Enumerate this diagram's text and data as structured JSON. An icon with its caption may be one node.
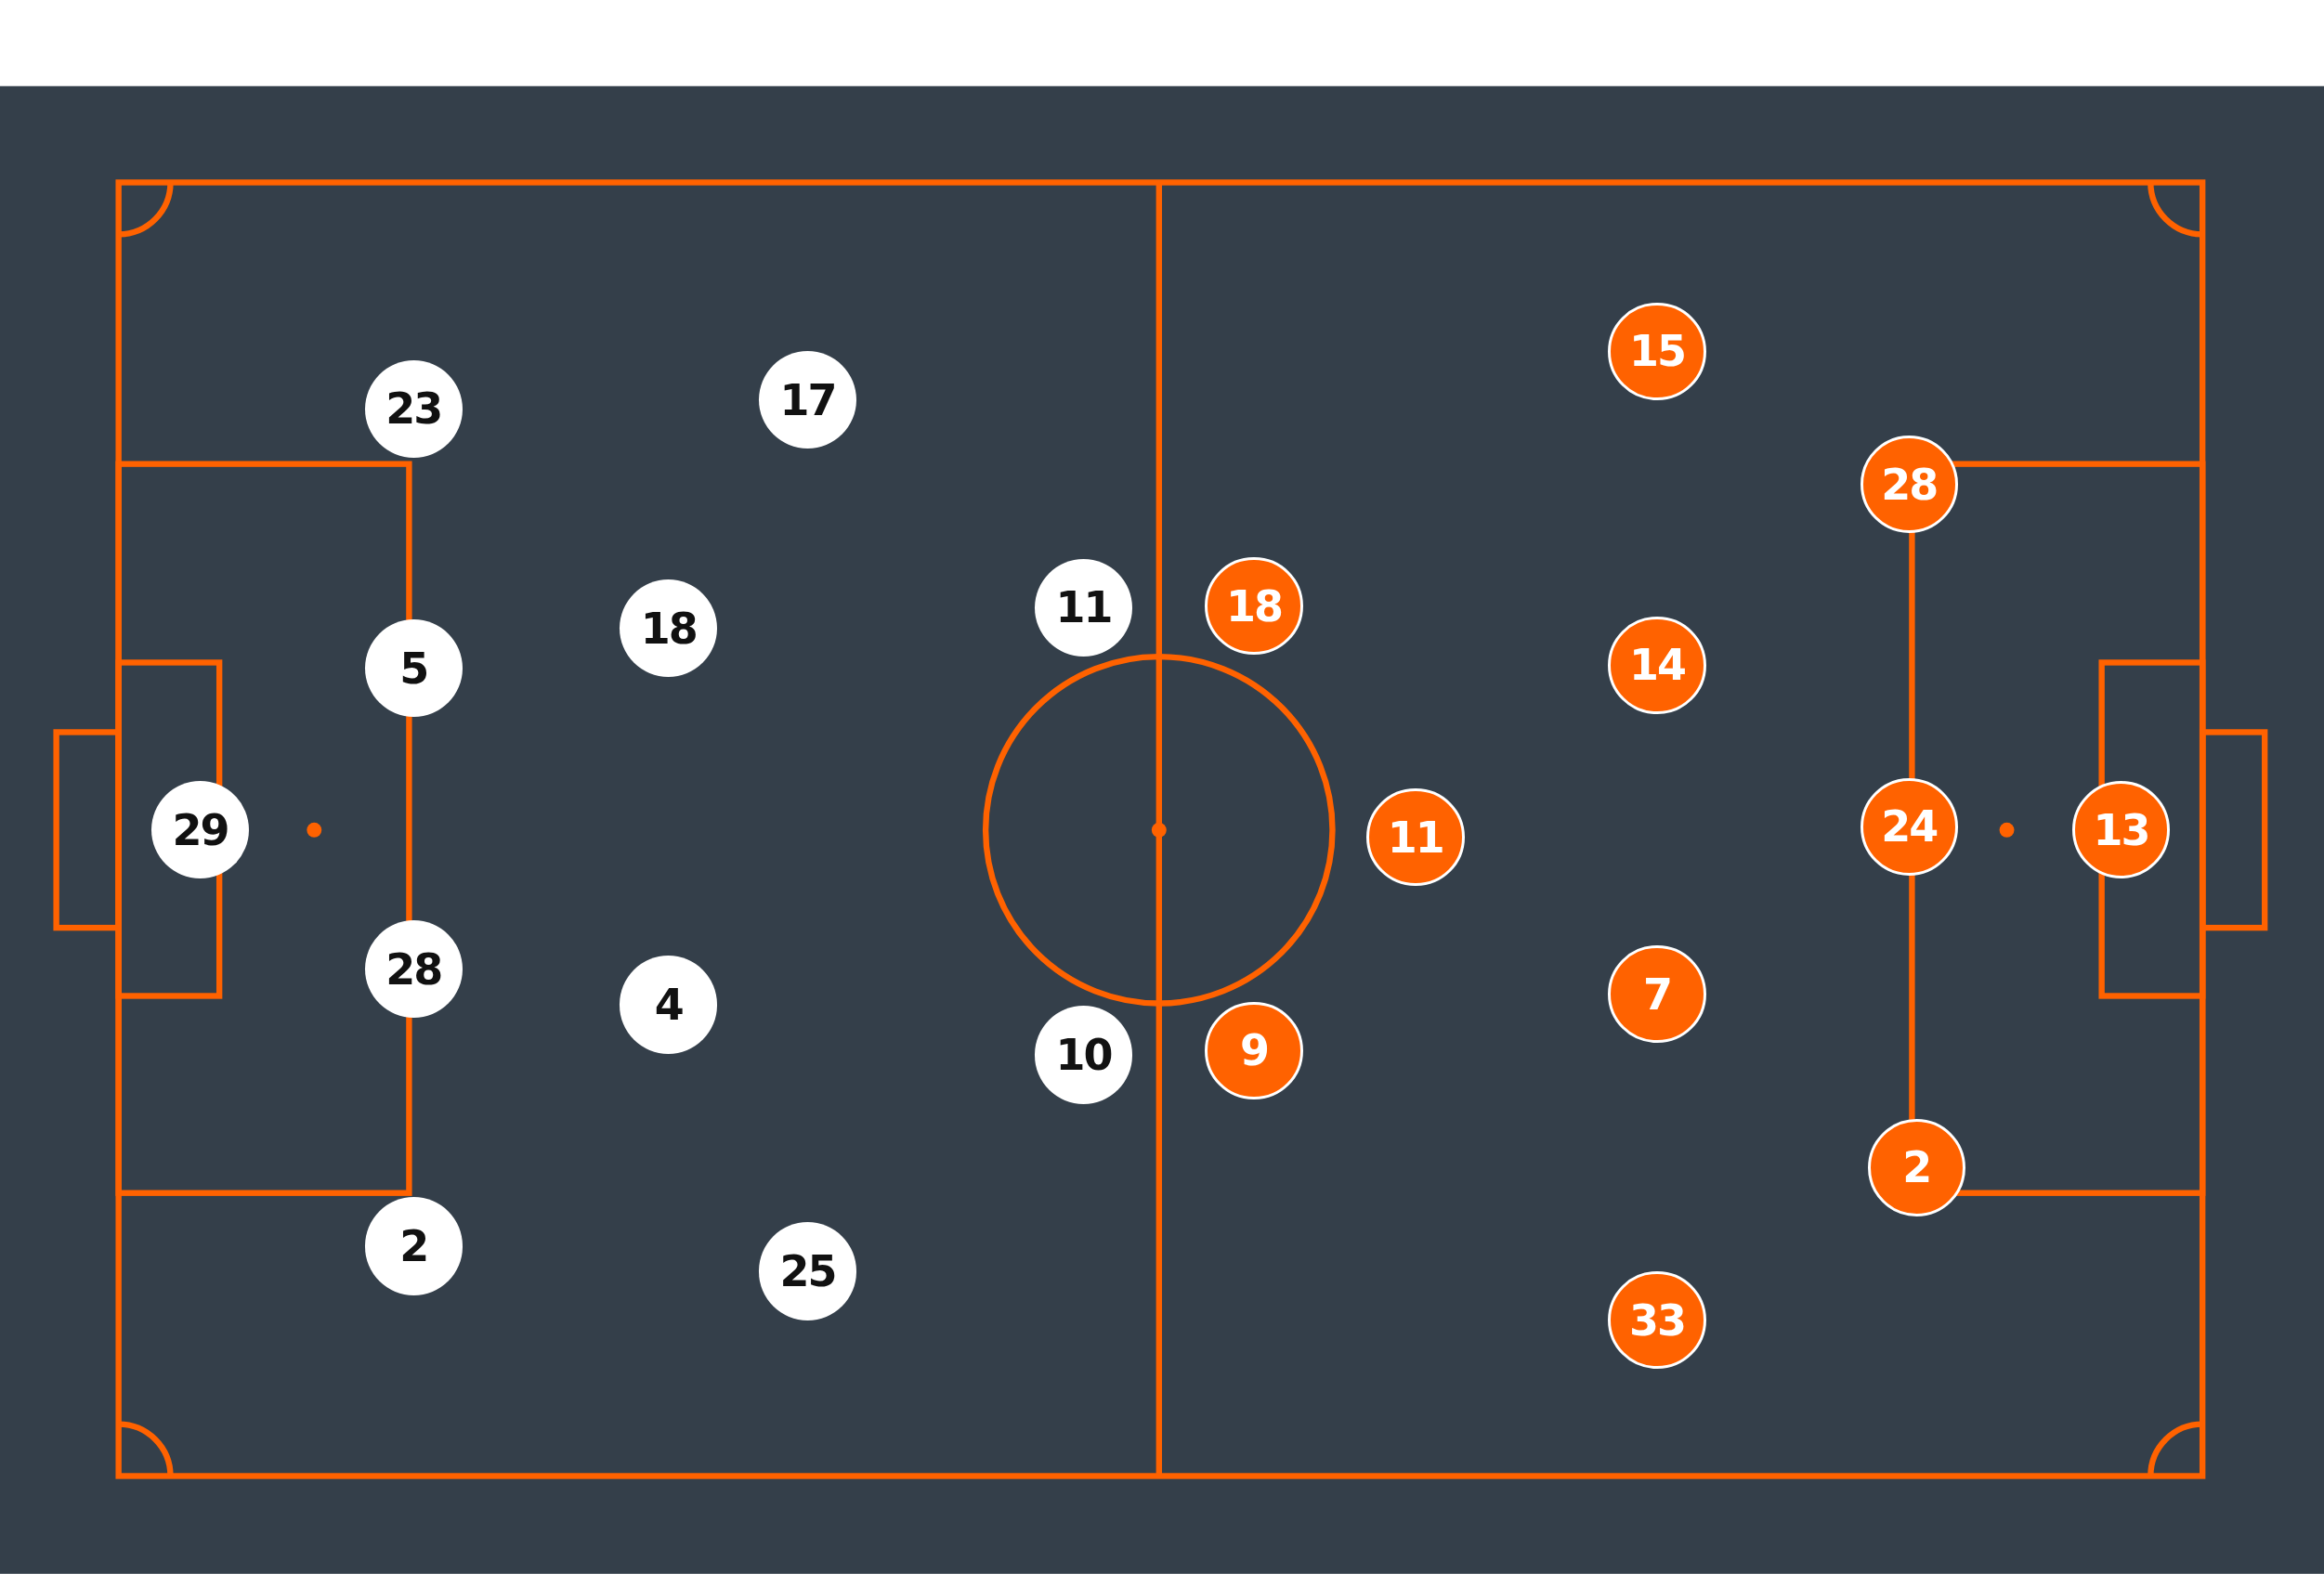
{
  "diagram": {
    "nodes": [
      {
        "text": [
          "15"
        ]
      },
      {
        "text": [
          "17"
        ]
      },
      {
        "text": [
          "23"
        ]
      },
      {
        "text": [
          "28"
        ]
      },
      {
        "text": [
          "11"
        ]
      },
      {
        "text": [
          "18"
        ]
      },
      {
        "text": [
          "18"
        ]
      },
      {
        "text": [
          "14"
        ]
      },
      {
        "text": [
          "5"
        ]
      },
      {
        "text": [
          "29"
        ]
      },
      {
        "text": [
          "24"
        ]
      },
      {
        "text": [
          "13"
        ]
      },
      {
        "text": [
          "11"
        ]
      },
      {
        "text": [
          "28"
        ]
      },
      {
        "text": [
          "7"
        ]
      },
      {
        "text": [
          "4"
        ]
      },
      {
        "text": [
          "9"
        ]
      },
      {
        "text": [
          "10"
        ]
      },
      {
        "text": [
          "2"
        ]
      },
      {
        "text": [
          "2"
        ]
      },
      {
        "text": [
          "25"
        ]
      },
      {
        "text": [
          "33"
        ]
      }
    ]
  }
}
